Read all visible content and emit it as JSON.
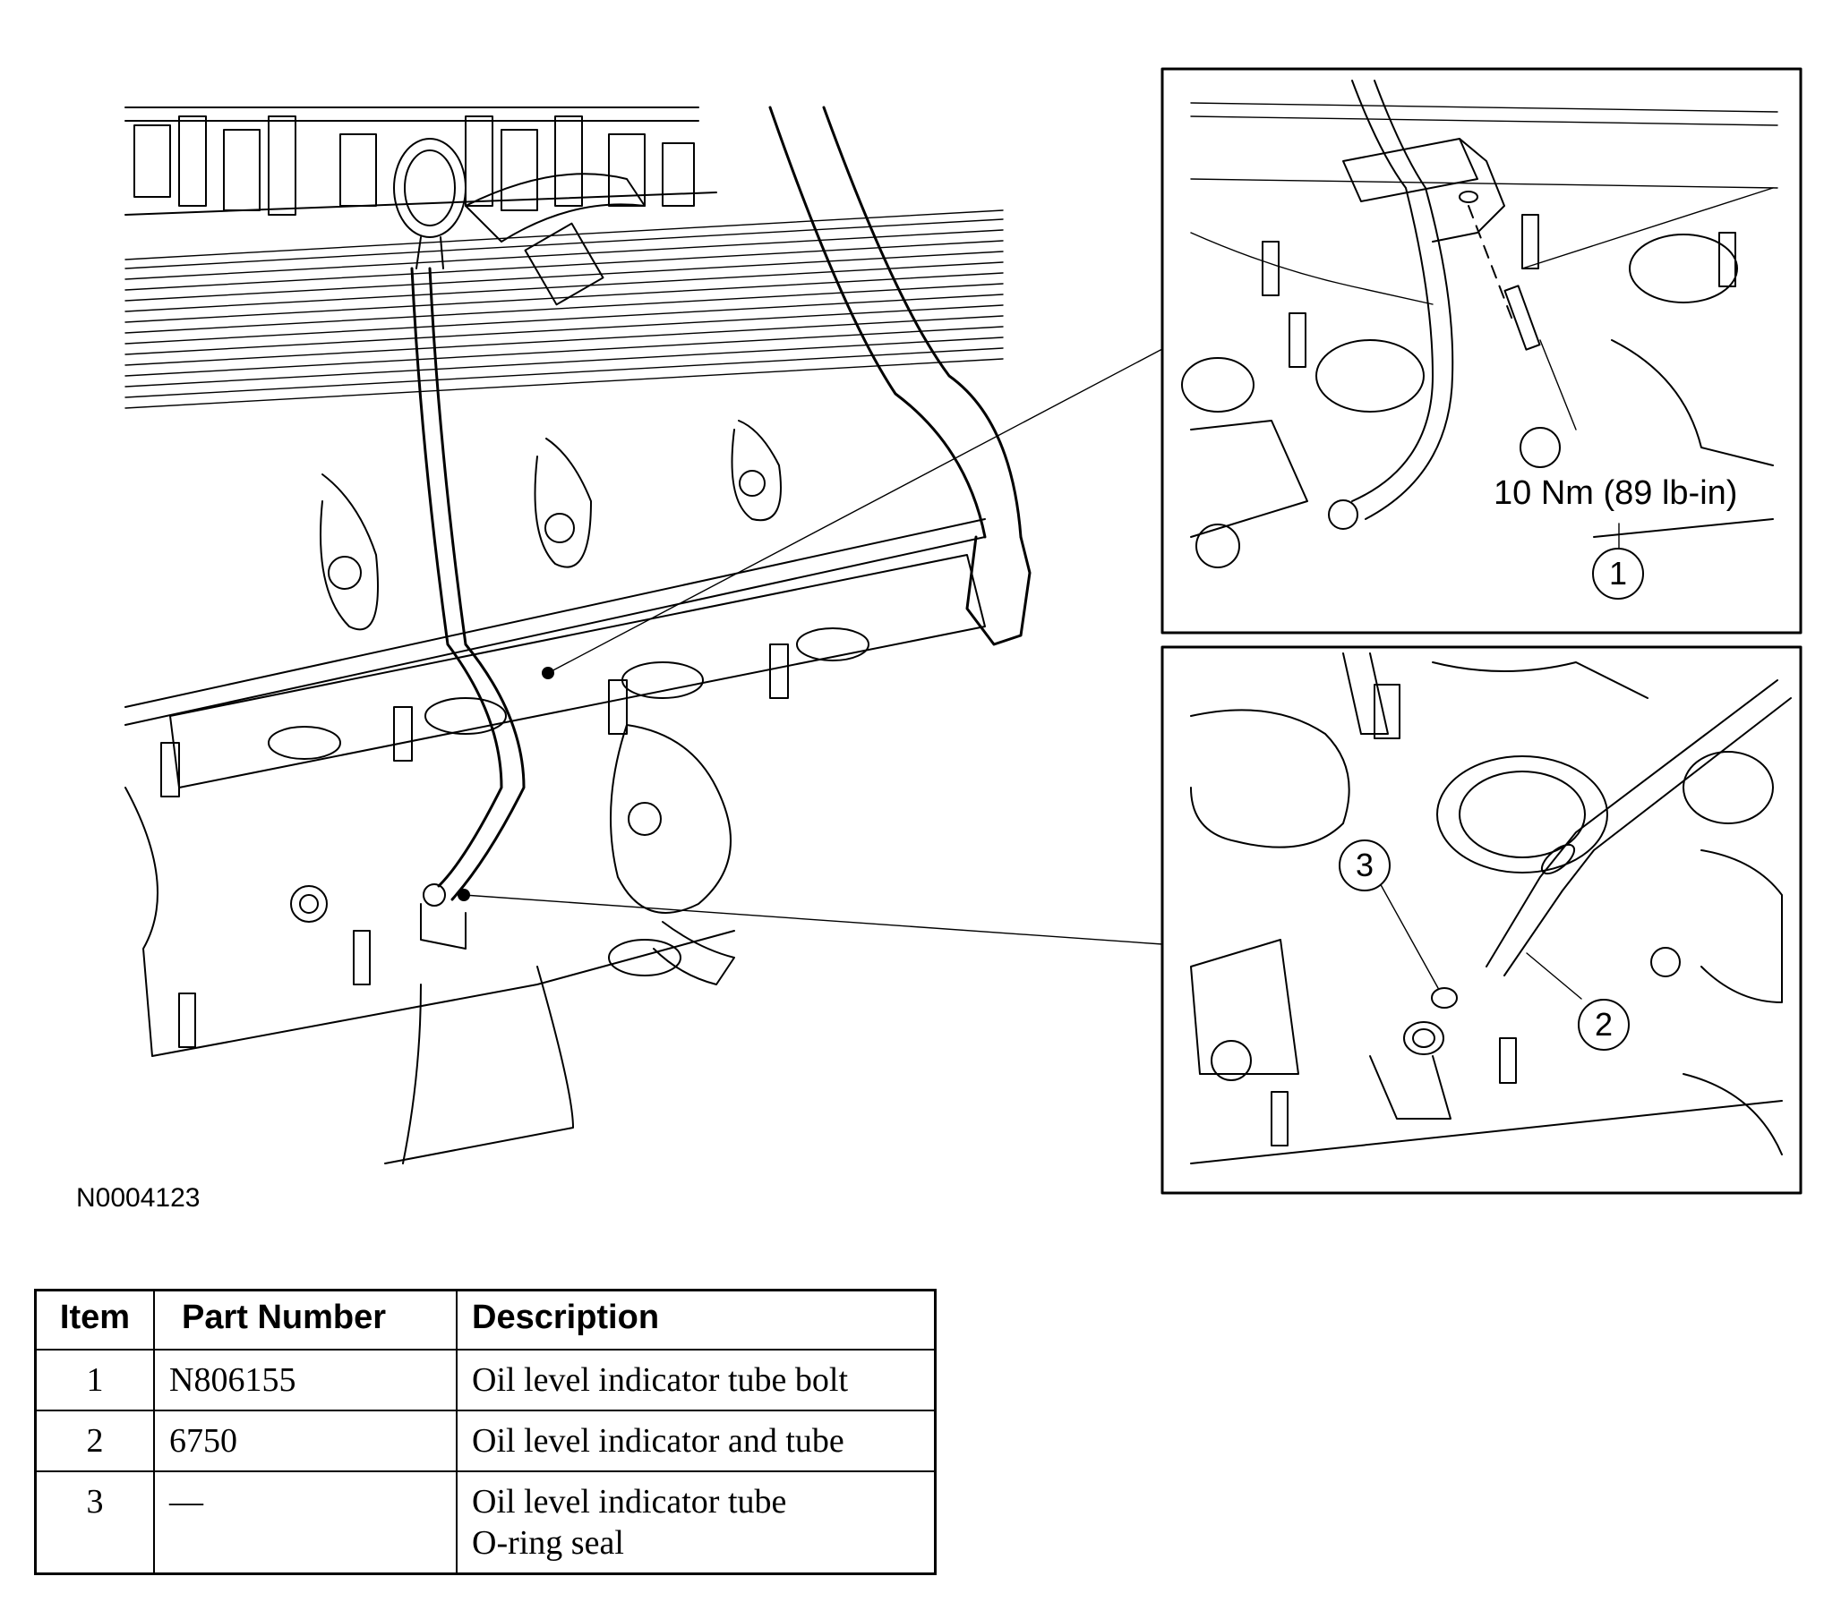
{
  "figure": {
    "id": "N0004123",
    "torque_label": "10 Nm (89 lb-in)",
    "callouts": [
      "1",
      "2",
      "3"
    ]
  },
  "table": {
    "headers": [
      "Item",
      "Part Number",
      "Description"
    ],
    "rows": [
      {
        "item": "1",
        "part_number": "N806155",
        "description": [
          "Oil level indicator tube bolt"
        ]
      },
      {
        "item": "2",
        "part_number": "6750",
        "description": [
          "Oil level indicator and tube"
        ]
      },
      {
        "item": "3",
        "part_number": "—",
        "description": [
          "Oil level indicator tube",
          "O-ring seal"
        ]
      }
    ]
  }
}
